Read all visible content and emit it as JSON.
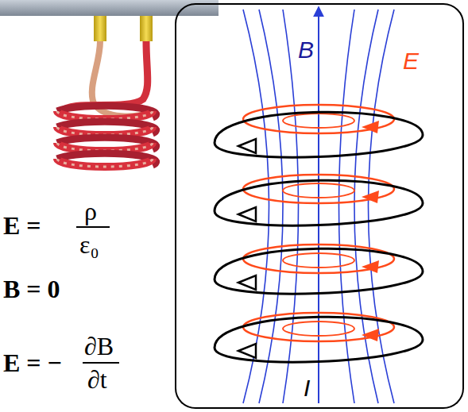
{
  "diagram": {
    "nodes": [
      {
        "text": [
          "B",
          "E",
          "I"
        ]
      }
    ],
    "labels": [
      "E =",
      "ρ",
      "ε₀",
      "B = 0",
      "E = −",
      "∂B",
      "∂t"
    ]
  }
}
